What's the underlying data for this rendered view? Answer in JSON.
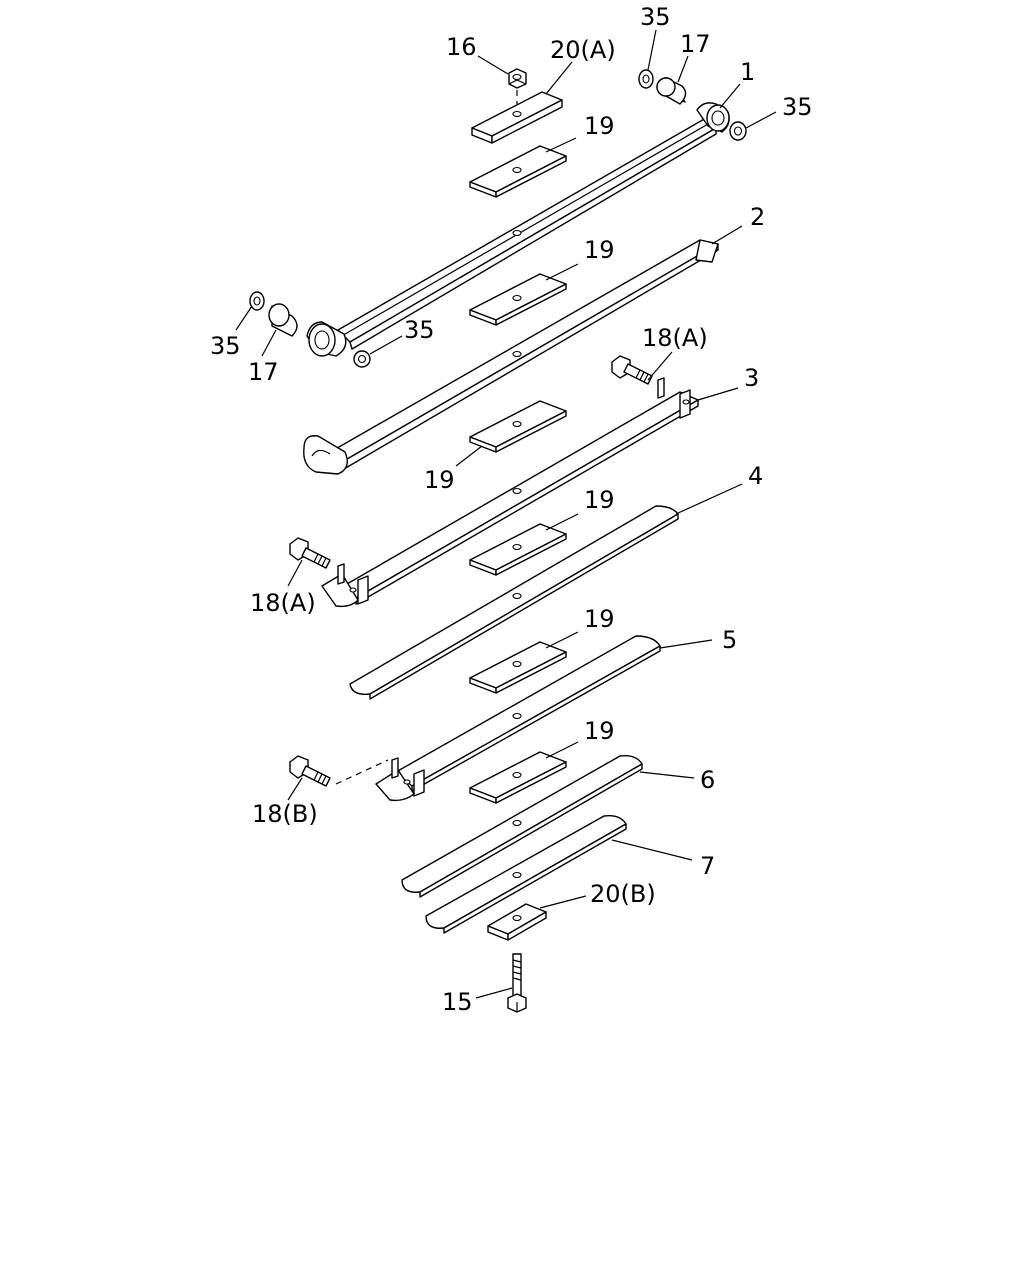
{
  "callouts": {
    "c16": "16",
    "c20a": "20(A)",
    "c35_top": "35",
    "c17_top": "17",
    "c1": "1",
    "c35_right": "35",
    "c19_1": "19",
    "c2": "2",
    "c19_2": "19",
    "c35_left": "35",
    "c17_left": "17",
    "c35_mid": "35",
    "c18a_top": "18(A)",
    "c3": "3",
    "c19_3": "19",
    "c4": "4",
    "c19_4": "19",
    "c18a_left": "18(A)",
    "c5": "5",
    "c19_5": "19",
    "c19_6": "19",
    "c18b": "18(B)",
    "c6": "6",
    "c7": "7",
    "c20b": "20(B)",
    "c15": "15"
  }
}
